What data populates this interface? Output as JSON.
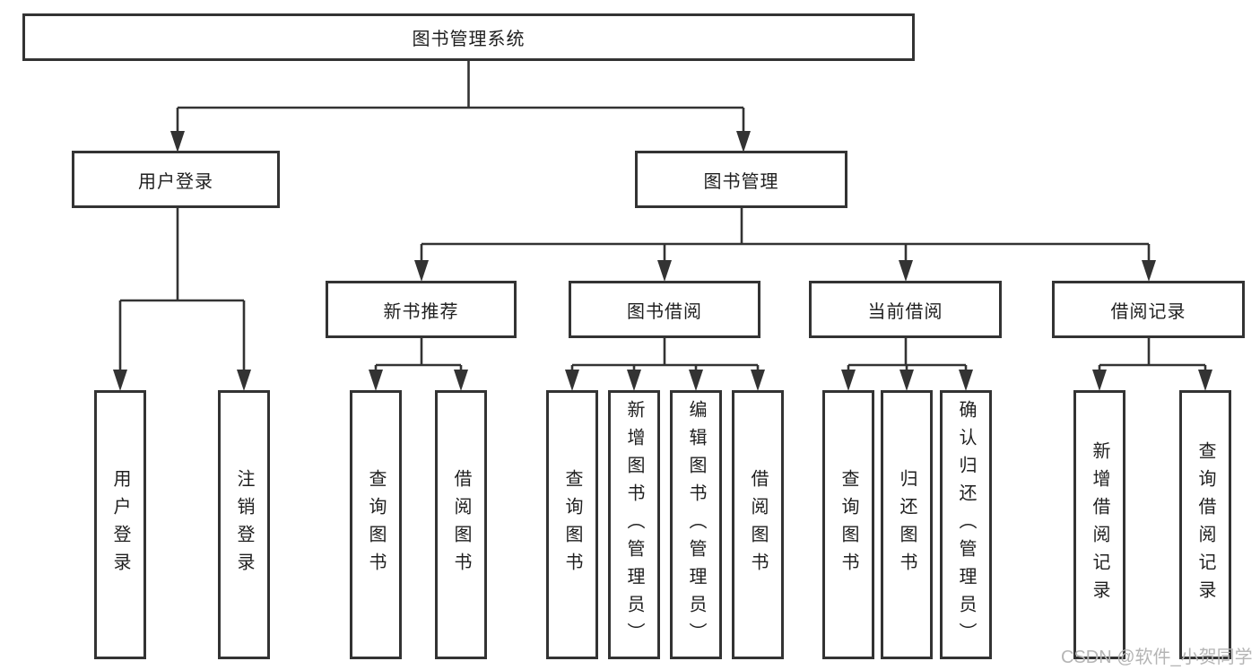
{
  "theme": {
    "background": "#ffffff",
    "line_color": "#333333",
    "text_color": "#1f1f1f",
    "watermark_color": "#b5b5b5"
  },
  "watermark": {
    "text": "CSDN @软件_小贺同学"
  },
  "tree": {
    "root": {
      "label": "图书管理系统",
      "children": [
        {
          "label": "用户登录",
          "children": [
            {
              "label": "用户登录"
            },
            {
              "label": "注销登录"
            }
          ]
        },
        {
          "label": "图书管理",
          "children": [
            {
              "label": "新书推荐",
              "children": [
                {
                  "label": "查询图书"
                },
                {
                  "label": "借阅图书"
                }
              ]
            },
            {
              "label": "图书借阅",
              "children": [
                {
                  "label": "查询图书"
                },
                {
                  "label": "新增图书（管理员）"
                },
                {
                  "label": "编辑图书（管理员）"
                },
                {
                  "label": "借阅图书"
                }
              ]
            },
            {
              "label": "当前借阅",
              "children": [
                {
                  "label": "查询图书"
                },
                {
                  "label": "归还图书"
                },
                {
                  "label": "确认归还（管理员）"
                }
              ]
            },
            {
              "label": "借阅记录",
              "children": [
                {
                  "label": "新增借阅记录"
                },
                {
                  "label": "查询借阅记录"
                }
              ]
            }
          ]
        }
      ]
    }
  }
}
